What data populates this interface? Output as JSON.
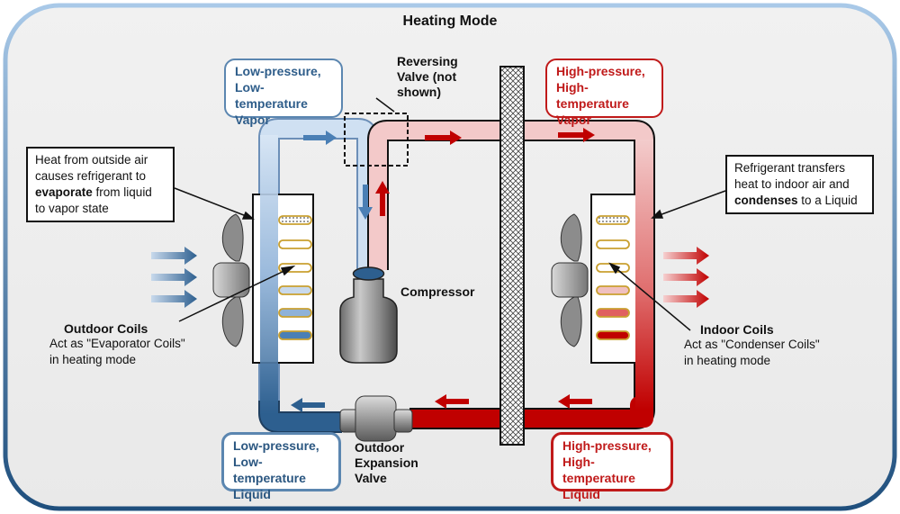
{
  "title": "Heating Mode",
  "labels": {
    "low_vapor": [
      "Low-pressure,",
      "Low-temperature",
      "Vapor"
    ],
    "high_vapor": [
      "High-pressure,",
      "High-temperature",
      "Vapor"
    ],
    "low_liquid": [
      "Low-pressure,",
      "Low-temperature",
      "Liquid"
    ],
    "high_liquid": [
      "High-pressure,",
      "High-temperature",
      "Liquid"
    ],
    "reversing_valve": [
      "Reversing",
      "Valve (not",
      "shown)"
    ],
    "compressor": "Compressor",
    "expansion_valve": [
      "Outdoor",
      "Expansion",
      "Valve"
    ],
    "outdoor_coils_title": "Outdoor Coils",
    "outdoor_coils_desc": [
      "Act as \"Evaporator Coils\"",
      "in heating mode"
    ],
    "indoor_coils_title": "Indoor Coils",
    "indoor_coils_desc": [
      "Act as \"Condenser Coils\"",
      "in heating mode"
    ]
  },
  "notes": {
    "left": {
      "line1": "Heat from outside air",
      "line2": "causes refrigerant to",
      "line3_bold": "evaporate",
      "line3_rest": " from liquid",
      "line4": "to vapor state"
    },
    "right": {
      "line1": "Refrigerant transfers",
      "line2": "heat to indoor air and",
      "line3_bold": "condenses",
      "line3_rest": " to a Liquid"
    }
  },
  "colors": {
    "cold": "#2d5f8f",
    "cold_light": "#b9d2ec",
    "hot": "#c00000",
    "hot_light": "#f2c4c4"
  }
}
